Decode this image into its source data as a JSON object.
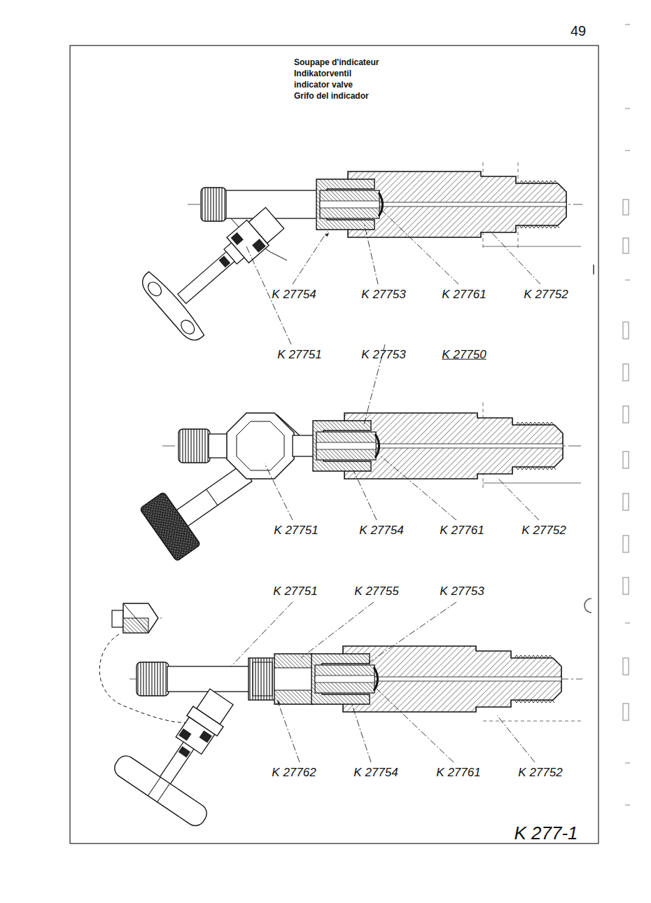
{
  "diagram": {
    "labels": [
      "49",
      "Soupape d'indicateur",
      "Indikatorventil",
      "indicator valve",
      "Grifo del indicador",
      "K 27754",
      "K 27753",
      "K 27761",
      "K 27752",
      "K 27751",
      "K 27753",
      "K 27750",
      "K 27751",
      "K 27754",
      "K 27761",
      "K 27752",
      "K 27751",
      "K 27755",
      "K 27753",
      "K 27762",
      "K 27754",
      "K 27761",
      "K 27752",
      "K 277-1"
    ]
  }
}
